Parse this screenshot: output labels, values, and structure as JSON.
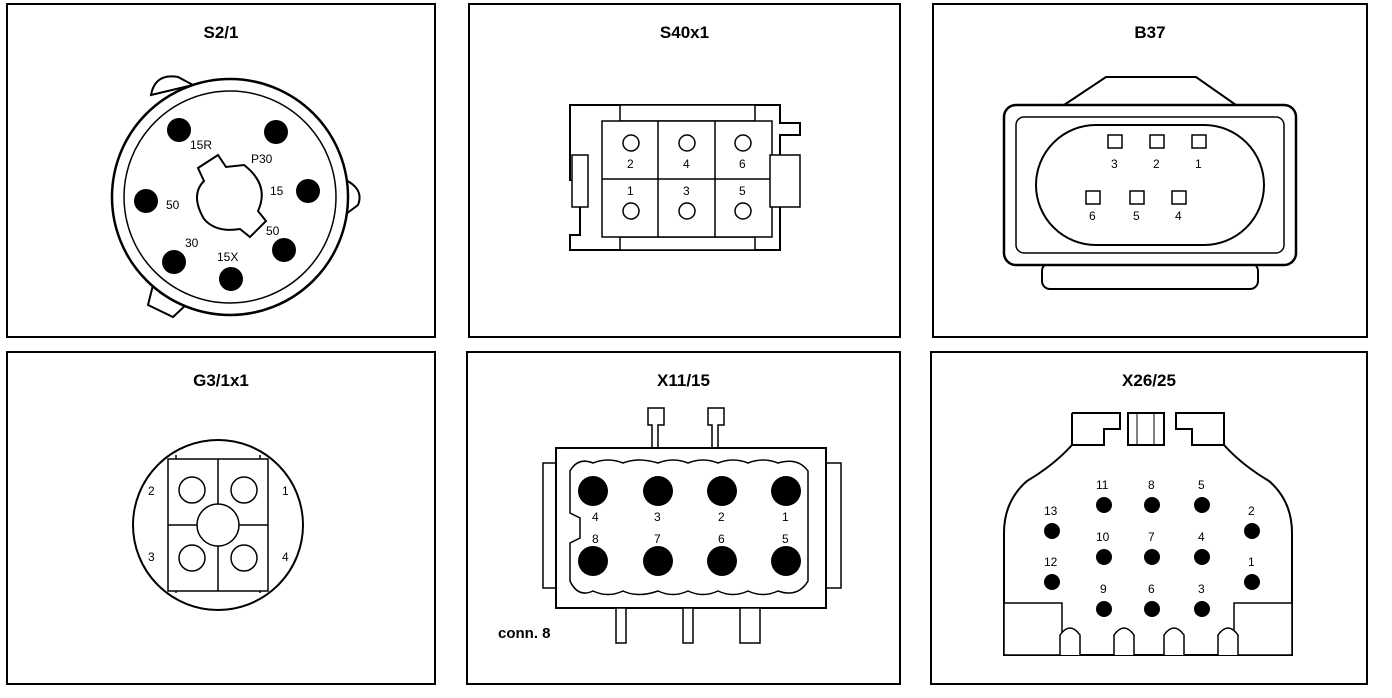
{
  "panels": [
    {
      "title": "S2/1",
      "pins": [
        "15R",
        "P30",
        "15",
        "50",
        "30",
        "15X",
        "50"
      ]
    },
    {
      "title": "S40x1",
      "pins": [
        "2",
        "4",
        "6",
        "1",
        "3",
        "5"
      ]
    },
    {
      "title": "B37",
      "pins": [
        "3",
        "2",
        "1",
        "6",
        "5",
        "4"
      ]
    },
    {
      "title": "G3/1x1",
      "pins": [
        "2",
        "1",
        "3",
        "4"
      ]
    },
    {
      "title": "X11/15",
      "pins": [
        "4",
        "3",
        "2",
        "1",
        "8",
        "7",
        "6",
        "5"
      ],
      "note": "conn. 8"
    },
    {
      "title": "X26/25",
      "pins": [
        "11",
        "8",
        "5",
        "13",
        "2",
        "10",
        "7",
        "4",
        "12",
        "1",
        "9",
        "6",
        "3"
      ]
    }
  ]
}
